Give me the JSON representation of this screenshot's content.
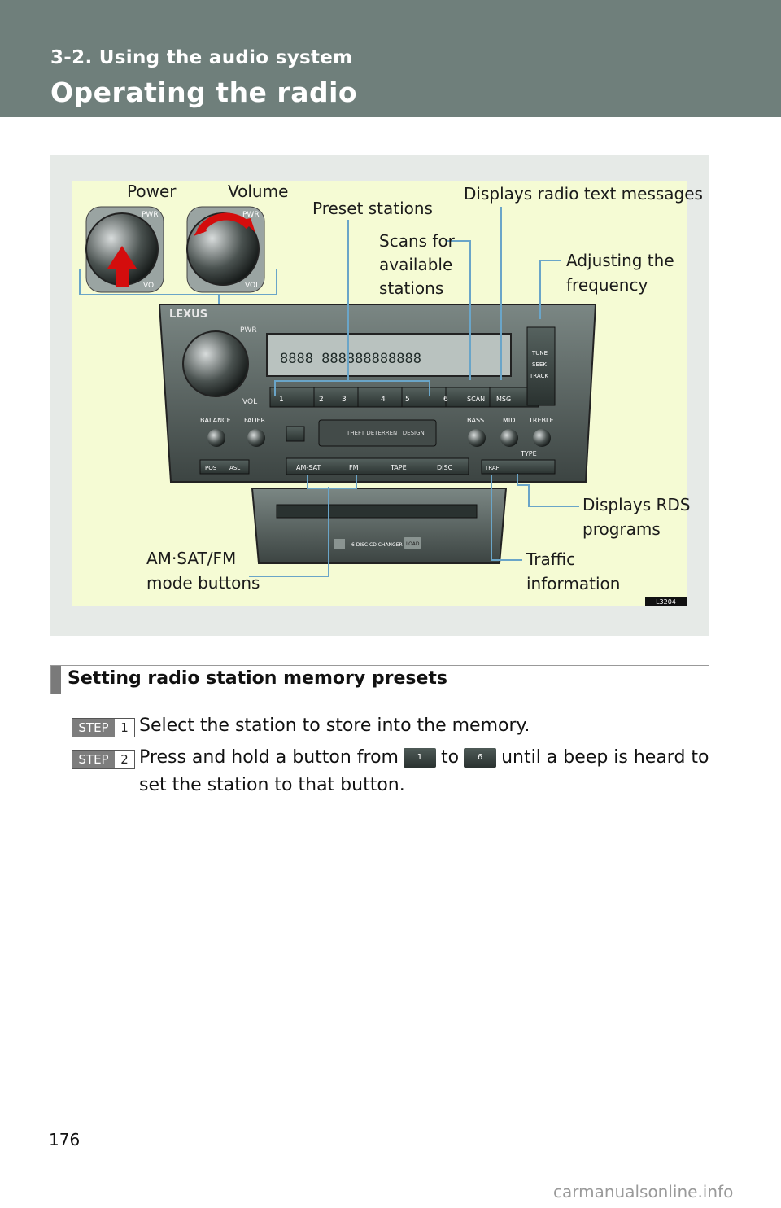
{
  "header": {
    "section": "3-2. Using the audio system",
    "title": "Operating the radio"
  },
  "figure": {
    "labels": {
      "power": "Power",
      "volume": "Volume",
      "preset": "Preset stations",
      "radio_text": "Displays radio text messages",
      "scans": "Scans for\navailable\nstations",
      "adjusting": "Adjusting the\nfrequency",
      "rds": "Displays RDS\nprograms",
      "amsatfm": "AM·SAT/FM\nmode buttons",
      "traffic": "Traffic\ninformation"
    },
    "code": "L3204",
    "unit": {
      "knob_pwr": "PWR",
      "knob_vol": "VOL",
      "brand": "LEXUS",
      "preset_buttons": [
        "1",
        "2",
        "3",
        "4",
        "5",
        "6"
      ],
      "scan": "SCAN",
      "msg": "MSG",
      "tune": "TUNE",
      "seek": "SEEK",
      "track": "TRACK",
      "balance": "BALANCE",
      "fader": "FADER",
      "bass": "BASS",
      "mid": "MID",
      "treble": "TREBLE",
      "type": "TYPE",
      "theft": "THEFT DETERRENT DESIGN",
      "pos": "POS",
      "asl": "ASL",
      "am_sat": "AM-SAT",
      "fm": "FM",
      "tape": "TAPE",
      "disc": "DISC",
      "traf": "TRAF",
      "lcd": "8888 888888888888",
      "changer": "6 DISC CD CHANGER",
      "load": "LOAD"
    }
  },
  "subsection": {
    "title": "Setting radio station memory presets"
  },
  "steps": [
    {
      "badge": "STEP",
      "num": "1",
      "text": "Select the station to store into the memory."
    },
    {
      "badge": "STEP",
      "num": "2",
      "text_before": "Press and hold a button from",
      "btn_from": "1",
      "text_mid": "to",
      "btn_to": "6",
      "text_after": "until a beep is heard to",
      "text_cont": "set the station to that button."
    }
  ],
  "footer": {
    "page_number": "176",
    "watermark": "carmanualsonline.info"
  }
}
